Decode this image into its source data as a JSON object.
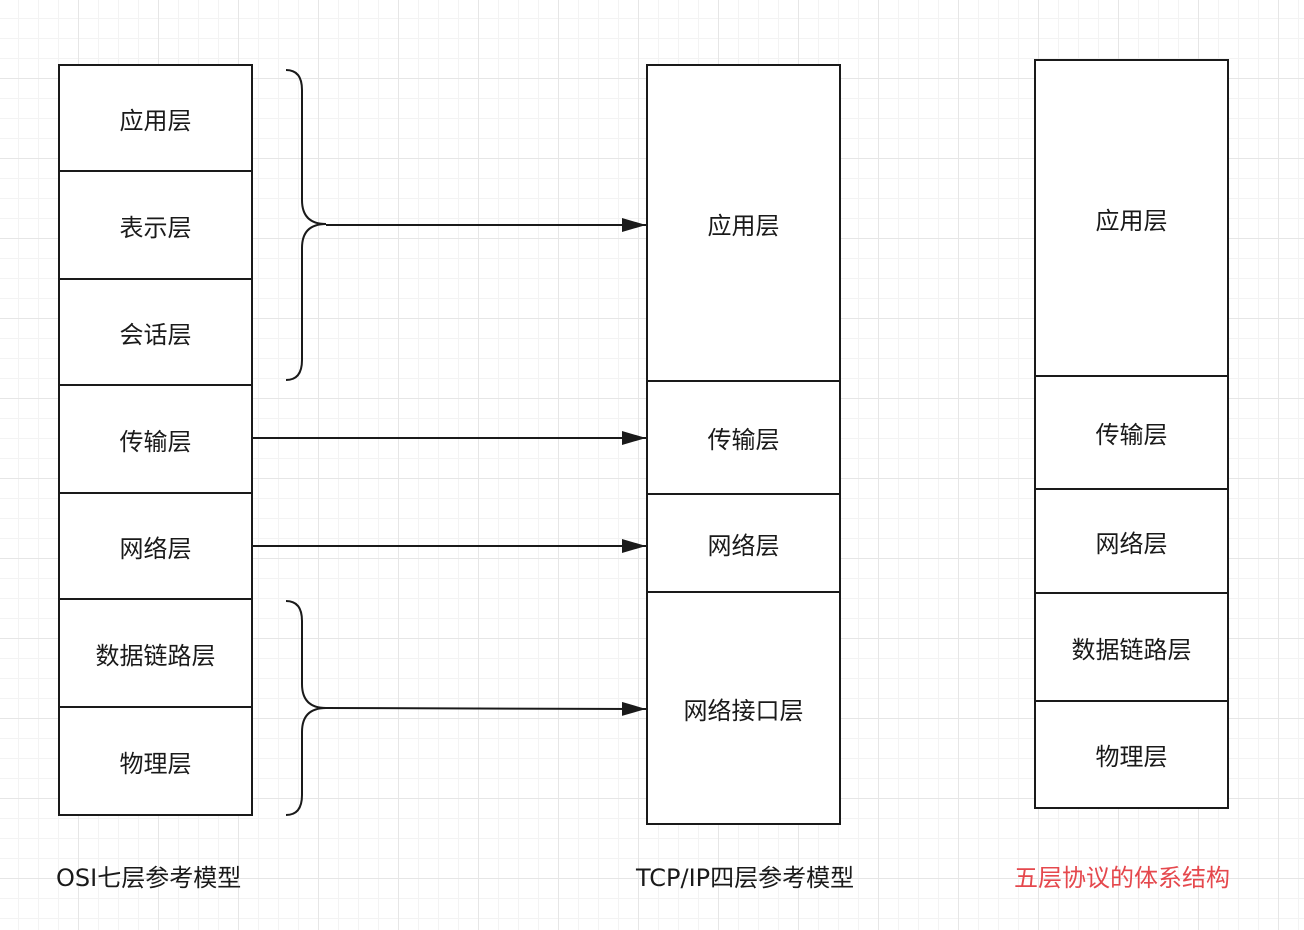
{
  "osi": {
    "layers": [
      "应用层",
      "表示层",
      "会话层",
      "传输层",
      "网络层",
      "数据链路层",
      "物理层"
    ],
    "caption": "OSI七层参考模型"
  },
  "tcpip": {
    "layers": [
      "应用层",
      "传输层",
      "网络层",
      "网络接口层"
    ],
    "caption": "TCP/IP四层参考模型"
  },
  "five": {
    "layers": [
      "应用层",
      "传输层",
      "网络层",
      "数据链路层",
      "物理层"
    ],
    "caption": "五层协议的体系结构",
    "caption_color": "#e5484d"
  }
}
